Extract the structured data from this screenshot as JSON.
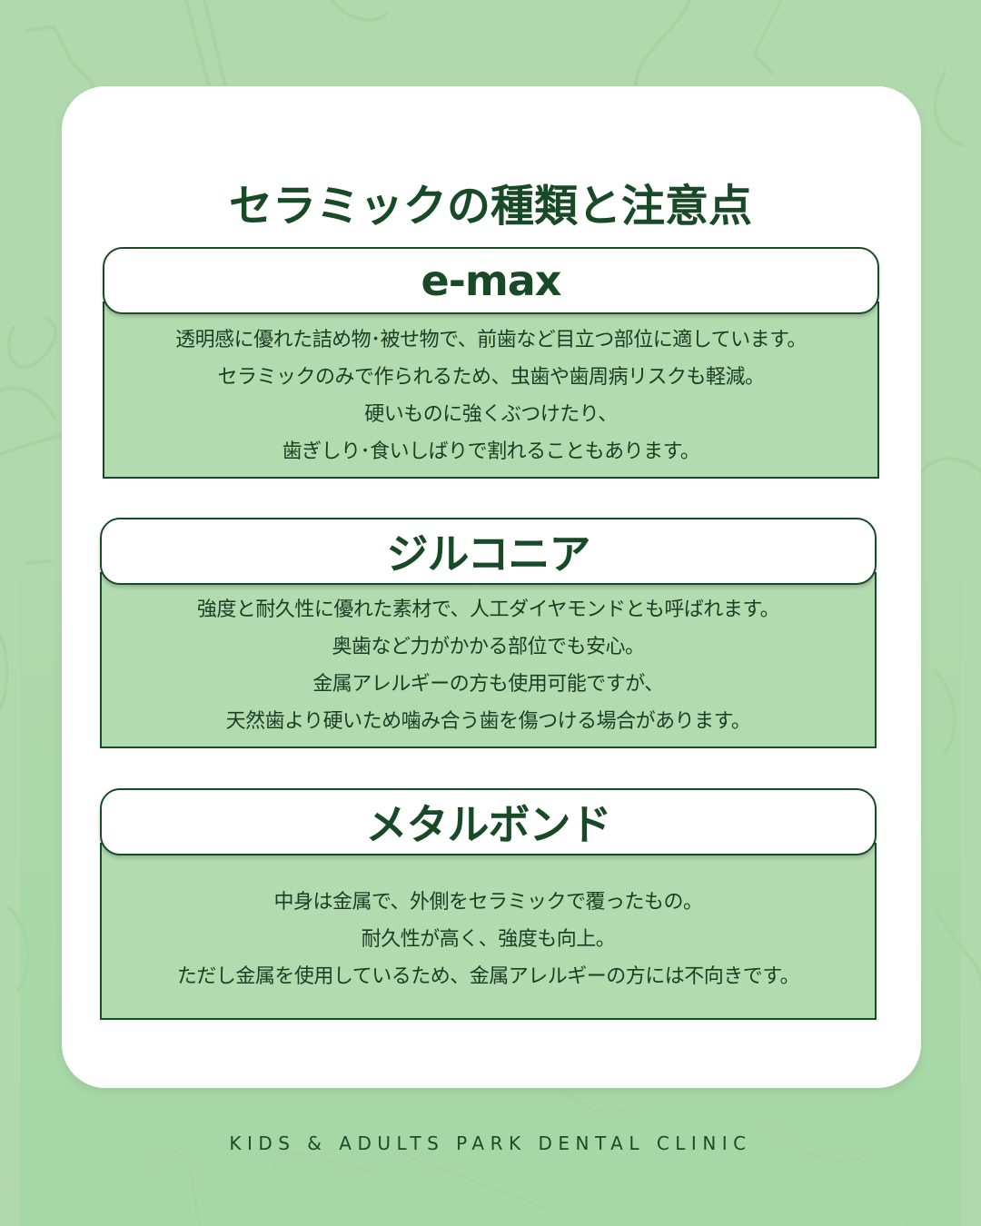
{
  "page": {
    "title": "セラミックの種類と注意点",
    "colors": {
      "background": "#b2d9ae",
      "card": "#ffffff",
      "accent_dark_green": "#184a27",
      "section_body": "#b3dbb0",
      "text": "#1c3d24"
    }
  },
  "sections": [
    {
      "heading": "e-max",
      "lines": [
        "透明感に優れた詰め物･被せ物で、前歯など目立つ部位に適しています。",
        "セラミックのみで作られるため、虫歯や歯周病リスクも軽減。",
        "硬いものに強くぶつけたり、",
        "歯ぎしり･食いしばりで割れることもあります。"
      ]
    },
    {
      "heading": "ジルコニア",
      "lines": [
        "強度と耐久性に優れた素材で、人工ダイヤモンドとも呼ばれます。",
        "奥歯など力がかかる部位でも安心。",
        "金属アレルギーの方も使用可能ですが、",
        "天然歯より硬いため噛み合う歯を傷つける場合があります。"
      ]
    },
    {
      "heading": "メタルボンド",
      "lines": [
        "中身は金属で、外側をセラミックで覆ったもの。",
        "耐久性が高く、強度も向上。",
        "ただし金属を使用しているため、金属アレルギーの方には不向きです。"
      ]
    }
  ],
  "footer": {
    "clinic_name": "KIDS & ADULTS PARK DENTAL CLINIC"
  }
}
